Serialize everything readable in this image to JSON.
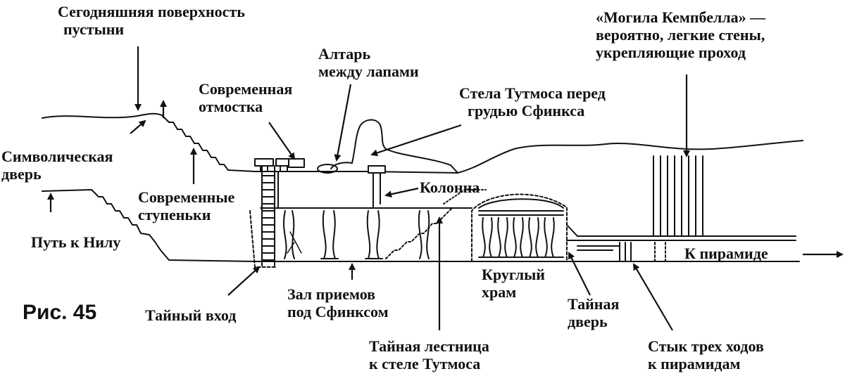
{
  "figure_label": "Рис. 45",
  "labels": {
    "desert_surface": [
      "Сегодняшняя поверхность",
      "пустыни"
    ],
    "symbolic_door": [
      "Символическая",
      "дверь"
    ],
    "path_to_nile": [
      "Путь к Нилу"
    ],
    "modern_pavement": [
      "Современная",
      "отмостка"
    ],
    "modern_steps": [
      "Современные",
      "ступеньки"
    ],
    "altar_between_paws": [
      "Алтарь",
      "между лапами"
    ],
    "thutmose_stela": [
      "Стела Тутмоса перед",
      "грудью Сфинкса"
    ],
    "campbell_tomb": [
      "«Могила Кемпбелла» —",
      "вероятно, легкие стены,",
      "укрепляющие проход"
    ],
    "column": [
      "Колонна"
    ],
    "to_pyramid": [
      "К пирамиде"
    ],
    "round_temple": [
      "Круглый",
      "храм"
    ],
    "secret_door": [
      "Тайная",
      "дверь"
    ],
    "secret_entrance": [
      "Тайный вход"
    ],
    "reception_hall": [
      "Зал приемов",
      "под Сфинксом"
    ],
    "secret_staircase": [
      "Тайная лестница",
      "к стеле Тутмоса"
    ],
    "junction": [
      "Стык трех ходов",
      "к пирамидам"
    ]
  }
}
